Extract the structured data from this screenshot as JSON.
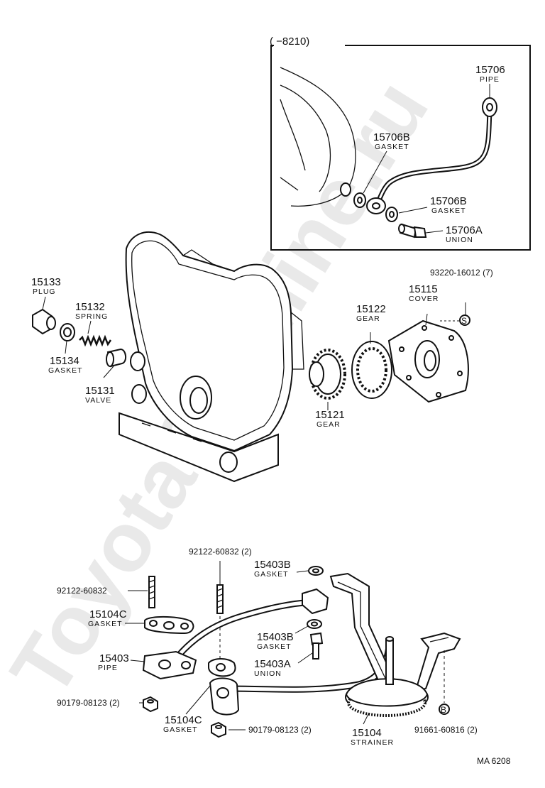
{
  "watermark": "ToyotaCarMine.ru",
  "inset": {
    "range": "(      −8210)"
  },
  "labels": {
    "p15706": {
      "pn": "15706",
      "name": "PIPE"
    },
    "p15706b_a": {
      "pn": "15706B",
      "name": "GASKET"
    },
    "p15706b_b": {
      "pn": "15706B",
      "name": "GASKET"
    },
    "p15706a": {
      "pn": "15706A",
      "name": "UNION"
    },
    "p93220": {
      "pn": "93220-16012 (7)"
    },
    "p15115": {
      "pn": "15115",
      "name": "COVER"
    },
    "p15122": {
      "pn": "15122",
      "name": "GEAR"
    },
    "p15121": {
      "pn": "15121",
      "name": "GEAR"
    },
    "p15133": {
      "pn": "15133",
      "name": "PLUG"
    },
    "p15132": {
      "pn": "15132",
      "name": "SPRING"
    },
    "p15134": {
      "pn": "15134",
      "name": "GASKET"
    },
    "p15131": {
      "pn": "15131",
      "name": "VALVE"
    },
    "p92122_top": {
      "pn": "92122-60832 (2)"
    },
    "p92122_left": {
      "pn": "92122-60832"
    },
    "p15403b_a": {
      "pn": "15403B",
      "name": "GASKET"
    },
    "p15104c_a": {
      "pn": "15104C",
      "name": "GASKET"
    },
    "p15403b_b": {
      "pn": "15403B",
      "name": "GASKET"
    },
    "p15403": {
      "pn": "15403",
      "name": "PIPE"
    },
    "p15403a": {
      "pn": "15403A",
      "name": "UNION"
    },
    "p90179_left": {
      "pn": "90179-08123 (2)"
    },
    "p15104c_b": {
      "pn": "15104C",
      "name": "GASKET"
    },
    "p90179_bottom": {
      "pn": "90179-08123 (2)"
    },
    "p15104": {
      "pn": "15104",
      "name": "STRAINER"
    },
    "p91661": {
      "pn": "91661-60816 (2)"
    }
  },
  "markers": {
    "s": "S",
    "b": "B"
  },
  "footer": {
    "code": "MA  6208"
  }
}
